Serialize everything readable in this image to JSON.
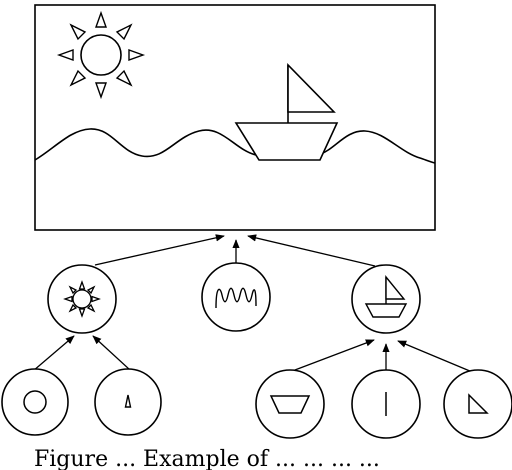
{
  "figure": {
    "caption": "Figure ... Example of ... ... ... ...",
    "caption_visible_fragments": [
      "Fi",
      "gure",
      "Example",
      "of",
      "...",
      "..."
    ]
  },
  "nodes": [
    {
      "id": "scene",
      "label": "",
      "depicts": "composite scene: sun, sailboat and waves"
    },
    {
      "id": "sun",
      "label": "",
      "depicts": "sun"
    },
    {
      "id": "waves",
      "label": "",
      "depicts": "waves"
    },
    {
      "id": "boat",
      "label": "",
      "depicts": "sailboat"
    },
    {
      "id": "circle",
      "label": "",
      "depicts": "circle"
    },
    {
      "id": "ray",
      "label": "",
      "depicts": "small triangle (ray)"
    },
    {
      "id": "hull",
      "label": "",
      "depicts": "trapezoid (hull)"
    },
    {
      "id": "mast",
      "label": "",
      "depicts": "vertical line (mast)"
    },
    {
      "id": "sail",
      "label": "",
      "depicts": "right triangle (sail)"
    }
  ],
  "edges": [
    {
      "from": "sun",
      "to": "scene"
    },
    {
      "from": "waves",
      "to": "scene"
    },
    {
      "from": "boat",
      "to": "scene"
    },
    {
      "from": "circle",
      "to": "sun"
    },
    {
      "from": "ray",
      "to": "sun"
    },
    {
      "from": "hull",
      "to": "boat"
    },
    {
      "from": "mast",
      "to": "boat"
    },
    {
      "from": "sail",
      "to": "boat"
    }
  ],
  "colors": {
    "stroke": "#000000",
    "background": "#ffffff"
  }
}
